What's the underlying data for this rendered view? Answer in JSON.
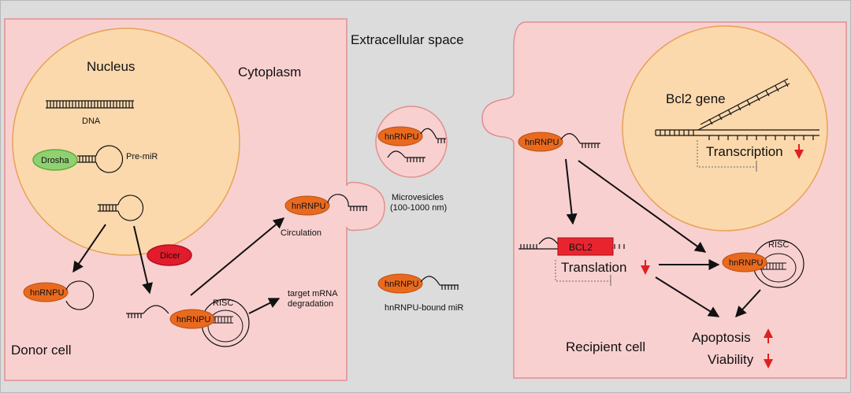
{
  "labels": {
    "extracellular_space": "Extracellular space",
    "nucleus": "Nucleus",
    "cytoplasm": "Cytoplasm",
    "dna": "DNA",
    "drosha": "Drosha",
    "pre_mir": "Pre-miR",
    "dicer": "Dicer",
    "donor_cell": "Donor cell",
    "circulation": "Circulation",
    "risc": "RISC",
    "target_degradation_line1": "target mRNA",
    "target_degradation_line2": "degradation",
    "microvesicles_line1": "Microvesicles",
    "microvesicles_line2": "(100-1000 nm)",
    "hnrnpu_bound_mir": "hnRNPU-bound miR",
    "bcl2_gene": "Bcl2 gene",
    "transcription": "Transcription",
    "bcl2": "BCL2",
    "translation": "Translation",
    "recipient_cell": "Recipient cell",
    "apoptosis": "Apoptosis",
    "viability": "Viability"
  },
  "protein_label": "hnRNPU",
  "indicators": {
    "transcription": "down",
    "translation": "down",
    "apoptosis": "up",
    "viability": "down"
  },
  "colors": {
    "background": "#dcdcdc",
    "cell_fill": "#f9d0d0",
    "cell_stroke": "#e0908f",
    "nucleus_fill": "#fbd9ad",
    "nucleus_stroke": "#e5a355",
    "hnrnpu_fill": "#e96a1f",
    "drosha_fill": "#8fd071",
    "dicer_fill": "#e21c2c",
    "bcl2_fill": "#e8252f",
    "indicator_red": "#e02020"
  }
}
